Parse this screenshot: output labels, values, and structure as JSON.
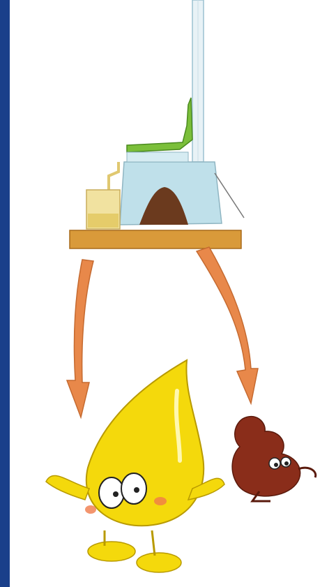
{
  "colors": {
    "border_strip": "#1a3f8a",
    "shelf": "#d99a3a",
    "container": "#bfe0ea",
    "seat": "#7bbf3a",
    "urine_tank": "#f1e2a0",
    "compost": "#6b3a1e",
    "arrow": "#e8884a",
    "droplet": "#f4d90c",
    "waste": "#8a2d1a"
  },
  "icons": {
    "toilet": "separating-toilet-illustration",
    "urine": "urine-droplet-character",
    "feces": "feces-character"
  }
}
